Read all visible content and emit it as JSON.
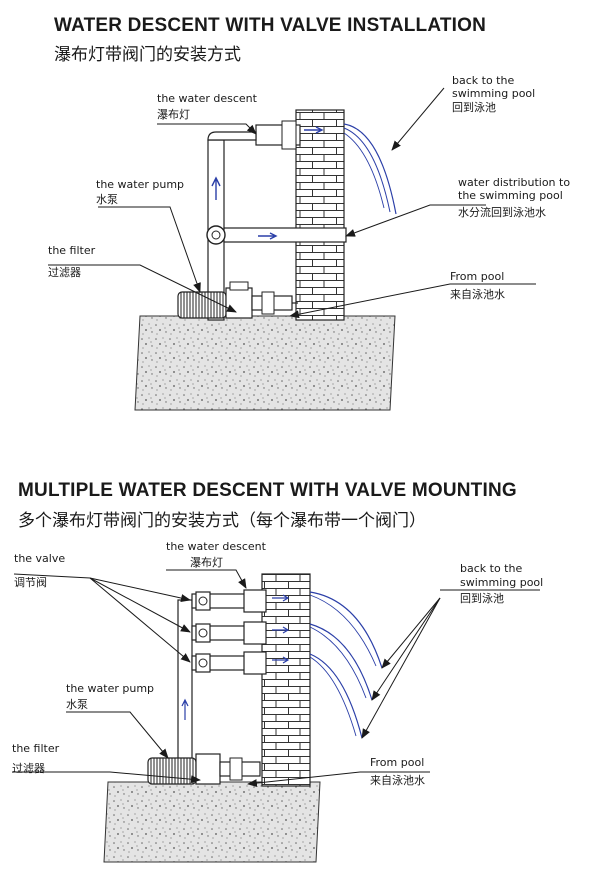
{
  "section1": {
    "title": "WATER DESCENT WITH VALVE INSTALLATION",
    "subtitle": "瀑布灯带阀门的安装方式",
    "labels": {
      "back_en_1": "back to the",
      "back_en_2": "swimming pool",
      "back_zh": "回到泳池",
      "descent_en": "the water descent",
      "descent_zh": "瀑布灯",
      "pump_en": "the water pump",
      "pump_zh": "水泵",
      "distribution_en_1": "water distribution to",
      "distribution_en_2": "the swimming pool",
      "distribution_zh": "水分流回到泳池水",
      "filter_en": "the filter",
      "filter_zh": "过滤器",
      "from_pool_en": "From pool",
      "from_pool_zh": "来自泳池水"
    }
  },
  "section2": {
    "title": "MULTIPLE WATER DESCENT WITH VALVE MOUNTING",
    "subtitle": "多个瀑布灯带阀门的安装方式（每个瀑布带一个阀门）",
    "labels": {
      "valve_en": "the valve",
      "valve_zh": "调节阀",
      "descent_en": "the water descent",
      "descent_zh": "瀑布灯",
      "back_en_1": "back to the",
      "back_en_2": "swimming pool",
      "back_zh": "回到泳池",
      "pump_en": "the water pump",
      "pump_zh": "水泵",
      "filter_en": "the filter",
      "filter_zh": "过滤器",
      "from_pool_en": "From pool",
      "from_pool_zh": "来自泳池水"
    }
  },
  "colors": {
    "ink": "#1a1a1a",
    "water": "#2b3fa8",
    "ground": "#d8d8d8"
  }
}
